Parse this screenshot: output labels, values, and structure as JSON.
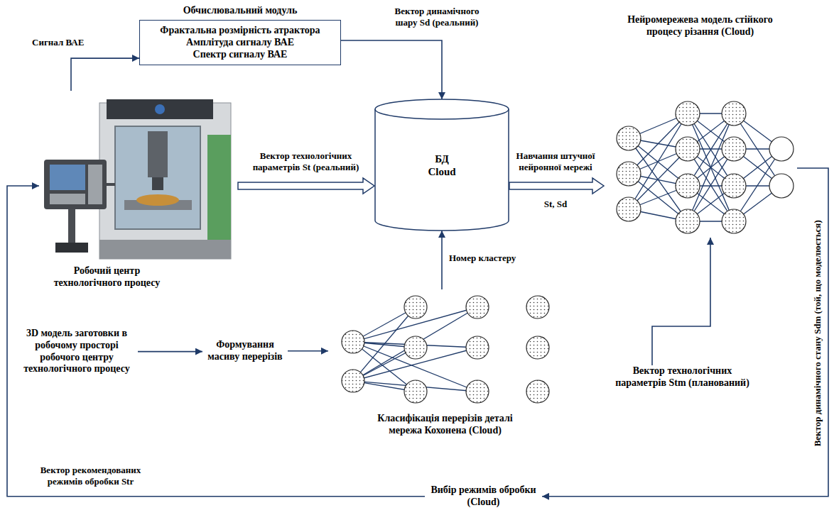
{
  "diagram": {
    "nodes": [
      {
        "text": [
          "Обчислювальний модуль",
          "Фрактальна розмірність атрактора",
          "Амплітуда сигналу ВАЕ",
          "Спектр сигналу ВАЕ"
        ]
      },
      {
        "text": [
          "Робочий центр технологічного процесу"
        ]
      },
      {
        "text": [
          "БД Cloud"
        ]
      },
      {
        "text": [
          "Нейромережева модель стійкого процесу різання (Cloud)"
        ]
      },
      {
        "text": [
          "3D модель заготовки в робочому просторі робочого центру технологічного процесу"
        ]
      },
      {
        "text": [
          "Формування масиву перерізів"
        ]
      },
      {
        "text": [
          "Класифікація перерізів деталі мережа Кохонена (Cloud)"
        ]
      },
      {
        "text": [
          "Вектор технологічних параметрів Stm (планований)"
        ]
      },
      {
        "text": [
          "Вибір режимів обробки (Cloud)"
        ]
      }
    ],
    "edges": [
      {
        "from": 1,
        "to": 0,
        "arrow": "to",
        "label": "Сигнал ВАЕ"
      },
      {
        "from": 0,
        "to": 2,
        "arrow": "to",
        "label": "Вектор динамічного шару Sd (реальний)"
      },
      {
        "from": 1,
        "to": 2,
        "arrow": "to",
        "label": "Вектор технологічних параметрів St (реальний)"
      },
      {
        "from": 2,
        "to": 3,
        "arrow": "to",
        "label": "Навчання штучної нейронної мережі"
      },
      {
        "from": 6,
        "to": 2,
        "arrow": "to",
        "label": "Номер кластеру"
      },
      {
        "from": 4,
        "to": 5,
        "arrow": "to"
      },
      {
        "from": 5,
        "to": 6,
        "arrow": "to"
      },
      {
        "from": 7,
        "to": 3,
        "arrow": "to"
      },
      {
        "from": 3,
        "to": 8,
        "arrow": "to",
        "label": "Вектор динамічного стану Sdm (той, що моделюється)"
      },
      {
        "from": 8,
        "to": 1,
        "arrow": "to",
        "label": "Вектор рекомендованих режимів обробки Str"
      }
    ],
    "labels": [
      "St, Sd"
    ]
  }
}
